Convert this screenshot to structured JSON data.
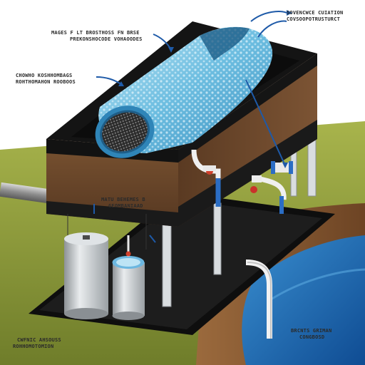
{
  "colors": {
    "tank_black": "#1a1a1a",
    "tank_brown": "#6e4a2c",
    "filter_blue": "#5cb4d8",
    "water_blue": "#1a6fb7",
    "grass_green": "#8a9a3a",
    "soil_brown": "#8b5a33",
    "pipe_gray": "#9a9a9a",
    "tank_silver": "#c8ccd0"
  },
  "labels": {
    "top_right": {
      "line1": "SOVENCWCE CUIATION",
      "line2": "COVSOOPOTRUSTURCT"
    },
    "top_center": {
      "line1": "MAGES F LT BROSTHOSS FN BRSE",
      "line2": "PREKONSHOCODE VOHAOODES"
    },
    "left_upper": {
      "line1": "CHOWHO KOSHHOMBAGS",
      "line2": "ROHTHOMAHON ROOBOOS"
    },
    "left_mid": {
      "line1": "MATU BEHEMES B",
      "line2": "GEOMBANIAAD"
    },
    "bottom_left": {
      "line1": "CWFNIC AHSOUSS",
      "line2": "ROHHOMOTOMION"
    },
    "bottom_right": {
      "line1": "BRCNTS GRIMAN",
      "line2": "CONGBOSD"
    }
  },
  "icons": [
    "filter-cartridge",
    "ball-valve",
    "water-tank",
    "pipe",
    "pointer-arrow"
  ]
}
